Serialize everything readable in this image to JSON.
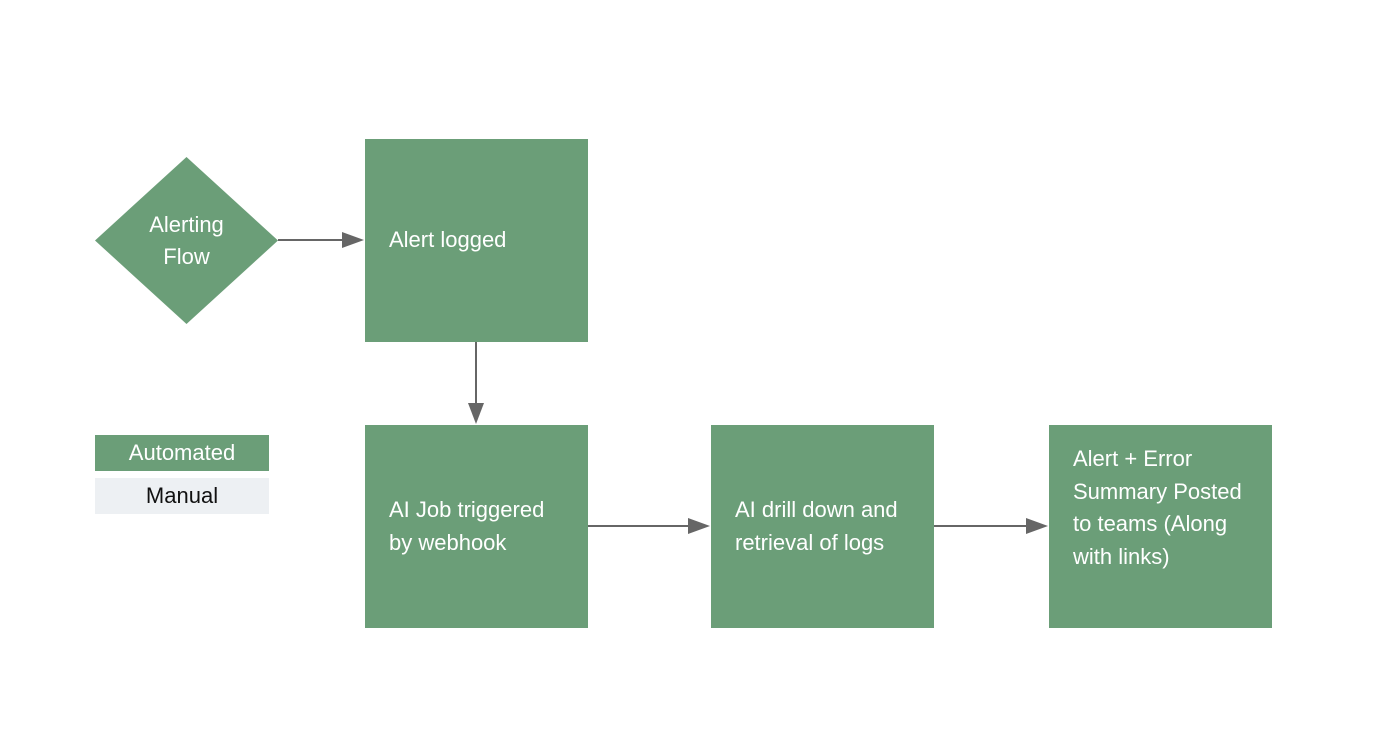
{
  "diagram": {
    "start": {
      "label": "Alerting\nFlow"
    },
    "nodes": {
      "alert_logged": "Alert logged",
      "ai_job": "AI Job triggered by webhook",
      "drill_down": "AI drill down and retrieval of logs",
      "summary": "Alert + Error Summary Posted to teams (Along with links)"
    },
    "legend": {
      "automated": "Automated",
      "manual": "Manual"
    },
    "colors": {
      "automated": "#6b9e78",
      "manual": "#edf0f3",
      "arrow": "#666666",
      "text_on_automated": "#ffffff"
    }
  }
}
